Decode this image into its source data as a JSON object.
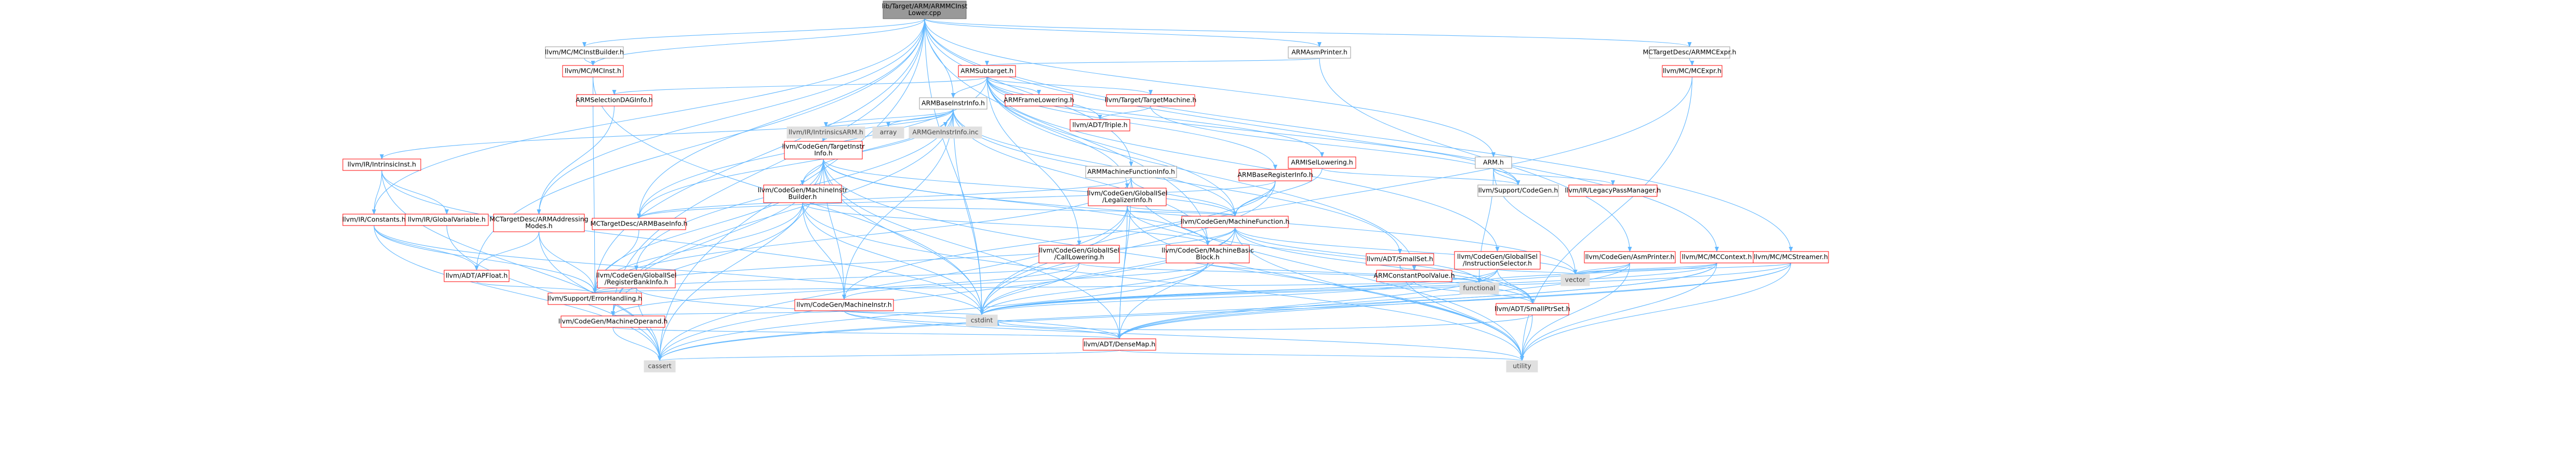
{
  "graph": {
    "colors": {
      "root_fill": "#999999",
      "red_border": "#ff0000",
      "grey_border": "#999999",
      "node_fill": "#ffffff",
      "system_fill": "#e0e0e0",
      "edge": "#63b8ff",
      "text": "#000000"
    },
    "nodes": [
      {
        "id": "root",
        "lines": [
          "lib/Target/ARM/ARMMCInst",
          "Lower.cpp"
        ],
        "style": "root"
      },
      {
        "id": "mcinstbuilder",
        "lines": [
          "llvm/MC/MCInstBuilder.h"
        ],
        "style": "grey"
      },
      {
        "id": "mcinst",
        "lines": [
          "llvm/MC/MCInst.h"
        ],
        "style": "red"
      },
      {
        "id": "asmprinter",
        "lines": [
          "ARMAsmPrinter.h"
        ],
        "style": "grey"
      },
      {
        "id": "mcexpr_arm",
        "lines": [
          "MCTargetDesc/ARMMCExpr.h"
        ],
        "style": "grey"
      },
      {
        "id": "mcexpr",
        "lines": [
          "llvm/MC/MCExpr.h"
        ],
        "style": "red"
      },
      {
        "id": "subtarget",
        "lines": [
          "ARMSubtarget.h"
        ],
        "style": "red"
      },
      {
        "id": "selectiondag",
        "lines": [
          "ARMSelectionDAGInfo.h"
        ],
        "style": "red"
      },
      {
        "id": "baseinstrinfo",
        "lines": [
          "ARMBaseInstrInfo.h"
        ],
        "style": "grey"
      },
      {
        "id": "framelowering",
        "lines": [
          "ARMFrameLowering.h"
        ],
        "style": "red"
      },
      {
        "id": "targetmachine",
        "lines": [
          "llvm/Target/TargetMachine.h"
        ],
        "style": "red"
      },
      {
        "id": "triple",
        "lines": [
          "llvm/ADT/Triple.h"
        ],
        "style": "red"
      },
      {
        "id": "isellowering",
        "lines": [
          "ARMISelLowering.h"
        ],
        "style": "red"
      },
      {
        "id": "arm_h",
        "lines": [
          "ARM.h"
        ],
        "style": "grey"
      },
      {
        "id": "codegen_h",
        "lines": [
          "llvm/Support/CodeGen.h"
        ],
        "style": "grey"
      },
      {
        "id": "legacypm",
        "lines": [
          "llvm/IR/LegacyPassManager.h"
        ],
        "style": "red"
      },
      {
        "id": "intrinsicsarm",
        "lines": [
          "llvm/IR/IntrinsicsARM.h"
        ],
        "style": "system"
      },
      {
        "id": "array",
        "lines": [
          "array"
        ],
        "style": "system"
      },
      {
        "id": "genintrinsic",
        "lines": [
          "ARMGenInstrInfo.inc"
        ],
        "style": "system"
      },
      {
        "id": "targetinstrinfo",
        "lines": [
          "llvm/CodeGen/TargetInstr",
          "Info.h"
        ],
        "style": "red"
      },
      {
        "id": "intrinsicinst",
        "lines": [
          "llvm/IR/IntrinsicInst.h"
        ],
        "style": "red"
      },
      {
        "id": "mibuilder",
        "lines": [
          "llvm/CodeGen/MachineInstr",
          "Builder.h"
        ],
        "style": "red"
      },
      {
        "id": "mfinfo",
        "lines": [
          "ARMMachineFunctionInfo.h"
        ],
        "style": "grey"
      },
      {
        "id": "baseregisterinfo",
        "lines": [
          "ARMBaseRegisterInfo.h"
        ],
        "style": "red"
      },
      {
        "id": "legalizerinfo",
        "lines": [
          "llvm/CodeGen/GlobalISel",
          "/LegalizerInfo.h"
        ],
        "style": "red"
      },
      {
        "id": "constants",
        "lines": [
          "llvm/IR/Constants.h"
        ],
        "style": "red"
      },
      {
        "id": "globalvariable",
        "lines": [
          "llvm/IR/GlobalVariable.h"
        ],
        "style": "red"
      },
      {
        "id": "addrmodes",
        "lines": [
          "MCTargetDesc/ARMAddressing",
          "Modes.h"
        ],
        "style": "red"
      },
      {
        "id": "armbaseinfo",
        "lines": [
          "MCTargetDesc/ARMBaseInfo.h"
        ],
        "style": "red"
      },
      {
        "id": "machinefunction",
        "lines": [
          "llvm/CodeGen/MachineFunction.h"
        ],
        "style": "red"
      },
      {
        "id": "callowering",
        "lines": [
          "llvm/CodeGen/GlobalISel",
          "/CallLowering.h"
        ],
        "style": "red"
      },
      {
        "id": "mbb",
        "lines": [
          "llvm/CodeGen/MachineBasic",
          "Block.h"
        ],
        "style": "red"
      },
      {
        "id": "smallset",
        "lines": [
          "llvm/ADT/SmallSet.h"
        ],
        "style": "red"
      },
      {
        "id": "cpvalue",
        "lines": [
          "ARMConstantPoolValue.h"
        ],
        "style": "red"
      },
      {
        "id": "instselector",
        "lines": [
          "llvm/CodeGen/GlobalISel",
          "/InstructionSelector.h"
        ],
        "style": "red"
      },
      {
        "id": "cg_asmprinter",
        "lines": [
          "llvm/CodeGen/AsmPrinter.h"
        ],
        "style": "red"
      },
      {
        "id": "mccontext",
        "lines": [
          "llvm/MC/MCContext.h"
        ],
        "style": "red"
      },
      {
        "id": "mcstreamer",
        "lines": [
          "llvm/MC/MCStreamer.h"
        ],
        "style": "red"
      },
      {
        "id": "apfloat",
        "lines": [
          "llvm/ADT/APFloat.h"
        ],
        "style": "red"
      },
      {
        "id": "regbankinfo",
        "lines": [
          "llvm/CodeGen/GlobalISel",
          "/RegisterBankInfo.h"
        ],
        "style": "red"
      },
      {
        "id": "errorhandling",
        "lines": [
          "llvm/Support/ErrorHandling.h"
        ],
        "style": "red"
      },
      {
        "id": "machineinstr",
        "lines": [
          "llvm/CodeGen/MachineInstr.h"
        ],
        "style": "red"
      },
      {
        "id": "smallptrset",
        "lines": [
          "llvm/ADT/SmallPtrSet.h"
        ],
        "style": "red"
      },
      {
        "id": "functional",
        "lines": [
          "functional"
        ],
        "style": "system"
      },
      {
        "id": "vector",
        "lines": [
          "vector"
        ],
        "style": "system"
      },
      {
        "id": "machineoperand",
        "lines": [
          "llvm/CodeGen/MachineOperand.h"
        ],
        "style": "red"
      },
      {
        "id": "cstdint",
        "lines": [
          "cstdint"
        ],
        "style": "system"
      },
      {
        "id": "densemap",
        "lines": [
          "llvm/ADT/DenseMap.h"
        ],
        "style": "red"
      },
      {
        "id": "cassert",
        "lines": [
          "cassert"
        ],
        "style": "system"
      },
      {
        "id": "utility",
        "lines": [
          "utility"
        ],
        "style": "system"
      }
    ],
    "edges": [
      [
        "root",
        "mcinstbuilder"
      ],
      [
        "root",
        "mcinst"
      ],
      [
        "root",
        "asmprinter"
      ],
      [
        "root",
        "mcexpr_arm"
      ],
      [
        "root",
        "baseinstrinfo"
      ],
      [
        "root",
        "mfinfo"
      ],
      [
        "root",
        "arm_h"
      ],
      [
        "root",
        "constants"
      ],
      [
        "root",
        "addrmodes"
      ],
      [
        "root",
        "armbaseinfo"
      ],
      [
        "root",
        "mbb"
      ],
      [
        "root",
        "mccontext"
      ],
      [
        "root",
        "mcstreamer"
      ],
      [
        "root",
        "apfloat"
      ],
      [
        "root",
        "errorhandling"
      ],
      [
        "root",
        "machineoperand"
      ],
      [
        "root",
        "cassert"
      ],
      [
        "root",
        "cstdint"
      ],
      [
        "mcinstbuilder",
        "mcinst"
      ],
      [
        "mcinst",
        "cstdint"
      ],
      [
        "mcinst",
        "errorhandling"
      ],
      [
        "asmprinter",
        "subtarget"
      ],
      [
        "asmprinter",
        "cg_asmprinter"
      ],
      [
        "mcexpr_arm",
        "mcexpr"
      ],
      [
        "mcexpr",
        "cstdint"
      ],
      [
        "mcexpr",
        "utility"
      ],
      [
        "subtarget",
        "selectiondag"
      ],
      [
        "subtarget",
        "baseinstrinfo"
      ],
      [
        "subtarget",
        "framelowering"
      ],
      [
        "subtarget",
        "targetmachine"
      ],
      [
        "subtarget",
        "triple"
      ],
      [
        "subtarget",
        "isellowering"
      ],
      [
        "subtarget",
        "baseregisterinfo"
      ],
      [
        "subtarget",
        "legalizerinfo"
      ],
      [
        "subtarget",
        "callowering"
      ],
      [
        "subtarget",
        "cpvalue"
      ],
      [
        "subtarget",
        "instselector"
      ],
      [
        "subtarget",
        "machinefunction"
      ],
      [
        "subtarget",
        "armbaseinfo"
      ],
      [
        "subtarget",
        "codegen_h"
      ],
      [
        "selectiondag",
        "addrmodes"
      ],
      [
        "baseinstrinfo",
        "intrinsicsarm"
      ],
      [
        "baseinstrinfo",
        "array"
      ],
      [
        "baseinstrinfo",
        "genintrinsic"
      ],
      [
        "baseinstrinfo",
        "targetinstrinfo"
      ],
      [
        "baseinstrinfo",
        "intrinsicinst"
      ],
      [
        "baseinstrinfo",
        "mibuilder"
      ],
      [
        "baseinstrinfo",
        "armbaseinfo"
      ],
      [
        "baseinstrinfo",
        "mbb"
      ],
      [
        "baseinstrinfo",
        "machineinstr"
      ],
      [
        "baseinstrinfo",
        "machineoperand"
      ],
      [
        "baseinstrinfo",
        "regbankinfo"
      ],
      [
        "baseinstrinfo",
        "smallset"
      ],
      [
        "baseinstrinfo",
        "cstdint"
      ],
      [
        "baseinstrinfo",
        "machinefunction"
      ],
      [
        "targetmachine",
        "triple"
      ],
      [
        "targetmachine",
        "codegen_h"
      ],
      [
        "isellowering",
        "machinefunction"
      ],
      [
        "isellowering",
        "codegen_h"
      ],
      [
        "arm_h",
        "codegen_h"
      ],
      [
        "arm_h",
        "legacypm"
      ],
      [
        "arm_h",
        "functional"
      ],
      [
        "arm_h",
        "vector"
      ],
      [
        "targetinstrinfo",
        "mibuilder"
      ],
      [
        "targetinstrinfo",
        "mbb"
      ],
      [
        "targetinstrinfo",
        "machinefunction"
      ],
      [
        "targetinstrinfo",
        "machineinstr"
      ],
      [
        "targetinstrinfo",
        "machineoperand"
      ],
      [
        "targetinstrinfo",
        "densemap"
      ],
      [
        "targetinstrinfo",
        "errorhandling"
      ],
      [
        "targetinstrinfo",
        "cassert"
      ],
      [
        "targetinstrinfo",
        "cstdint"
      ],
      [
        "targetinstrinfo",
        "utility"
      ],
      [
        "targetinstrinfo",
        "vector"
      ],
      [
        "intrinsicinst",
        "constants"
      ],
      [
        "intrinsicinst",
        "globalvariable"
      ],
      [
        "intrinsicinst",
        "cassert"
      ],
      [
        "intrinsicinst",
        "cstdint"
      ],
      [
        "mibuilder",
        "mbb"
      ],
      [
        "mibuilder",
        "machinefunction"
      ],
      [
        "mibuilder",
        "machineinstr"
      ],
      [
        "mibuilder",
        "machineoperand"
      ],
      [
        "mibuilder",
        "errorhandling"
      ],
      [
        "mibuilder",
        "cstdint"
      ],
      [
        "mibuilder",
        "utility"
      ],
      [
        "mfinfo",
        "armbaseinfo"
      ],
      [
        "mfinfo",
        "machinefunction"
      ],
      [
        "mfinfo",
        "densemap"
      ],
      [
        "mfinfo",
        "errorhandling"
      ],
      [
        "mfinfo",
        "utility"
      ],
      [
        "baseregisterinfo",
        "armbaseinfo"
      ],
      [
        "baseregisterinfo",
        "machinefunction"
      ],
      [
        "baseregisterinfo",
        "machineinstr"
      ],
      [
        "baseregisterinfo",
        "cstdint"
      ],
      [
        "legalizerinfo",
        "machinefunction"
      ],
      [
        "legalizerinfo",
        "densemap"
      ],
      [
        "legalizerinfo",
        "smallptrset"
      ],
      [
        "legalizerinfo",
        "cassert"
      ],
      [
        "legalizerinfo",
        "cstdint"
      ],
      [
        "legalizerinfo",
        "utility"
      ],
      [
        "constants",
        "apfloat"
      ],
      [
        "constants",
        "errorhandling"
      ],
      [
        "constants",
        "cassert"
      ],
      [
        "constants",
        "cstdint"
      ],
      [
        "globalvariable",
        "cassert"
      ],
      [
        "addrmodes",
        "apfloat"
      ],
      [
        "addrmodes",
        "errorhandling"
      ],
      [
        "addrmodes",
        "cassert"
      ],
      [
        "armbaseinfo",
        "errorhandling"
      ],
      [
        "machinefunction",
        "mbb"
      ],
      [
        "machinefunction",
        "densemap"
      ],
      [
        "machinefunction",
        "smallptrset"
      ],
      [
        "machinefunction",
        "errorhandling"
      ],
      [
        "machinefunction",
        "cassert"
      ],
      [
        "machinefunction",
        "cstdint"
      ],
      [
        "machinefunction",
        "utility"
      ],
      [
        "machinefunction",
        "vector"
      ],
      [
        "machinefunction",
        "functional"
      ],
      [
        "callowering",
        "machineoperand"
      ],
      [
        "callowering",
        "errorhandling"
      ],
      [
        "callowering",
        "cstdint"
      ],
      [
        "callowering",
        "functional"
      ],
      [
        "mbb",
        "machineinstr"
      ],
      [
        "mbb",
        "functional"
      ],
      [
        "mbb",
        "cassert"
      ],
      [
        "mbb",
        "cstdint"
      ],
      [
        "smallset",
        "smallptrset"
      ],
      [
        "smallset",
        "utility"
      ],
      [
        "cpvalue",
        "smallptrset"
      ],
      [
        "cpvalue",
        "errorhandling"
      ],
      [
        "cpvalue",
        "cstdint"
      ],
      [
        "instselector",
        "smallptrset"
      ],
      [
        "instselector",
        "cstdint"
      ],
      [
        "instselector",
        "functional"
      ],
      [
        "instselector",
        "vector"
      ],
      [
        "instselector",
        "densemap"
      ],
      [
        "cg_asmprinter",
        "densemap"
      ],
      [
        "cg_asmprinter",
        "cstdint"
      ],
      [
        "cg_asmprinter",
        "utility"
      ],
      [
        "cg_asmprinter",
        "vector"
      ],
      [
        "mccontext",
        "densemap"
      ],
      [
        "mccontext",
        "cassert"
      ],
      [
        "mccontext",
        "cstdint"
      ],
      [
        "mccontext",
        "utility"
      ],
      [
        "mccontext",
        "vector"
      ],
      [
        "mccontext",
        "functional"
      ],
      [
        "mcstreamer",
        "densemap"
      ],
      [
        "mcstreamer",
        "cassert"
      ],
      [
        "mcstreamer",
        "cstdint"
      ],
      [
        "mcstreamer",
        "utility"
      ],
      [
        "mcstreamer",
        "vector"
      ],
      [
        "apfloat",
        "errorhandling"
      ],
      [
        "regbankinfo",
        "errorhandling"
      ],
      [
        "regbankinfo",
        "densemap"
      ],
      [
        "regbankinfo",
        "cassert"
      ],
      [
        "machineinstr",
        "densemap"
      ],
      [
        "machineinstr",
        "machineoperand"
      ],
      [
        "machineinstr",
        "cstdint"
      ],
      [
        "machineinstr",
        "utility"
      ],
      [
        "smallptrset",
        "cstdint"
      ],
      [
        "smallptrset",
        "utility"
      ],
      [
        "machineoperand",
        "densemap"
      ],
      [
        "machineoperand",
        "cassert"
      ],
      [
        "densemap",
        "cassert"
      ],
      [
        "densemap",
        "utility"
      ]
    ]
  }
}
